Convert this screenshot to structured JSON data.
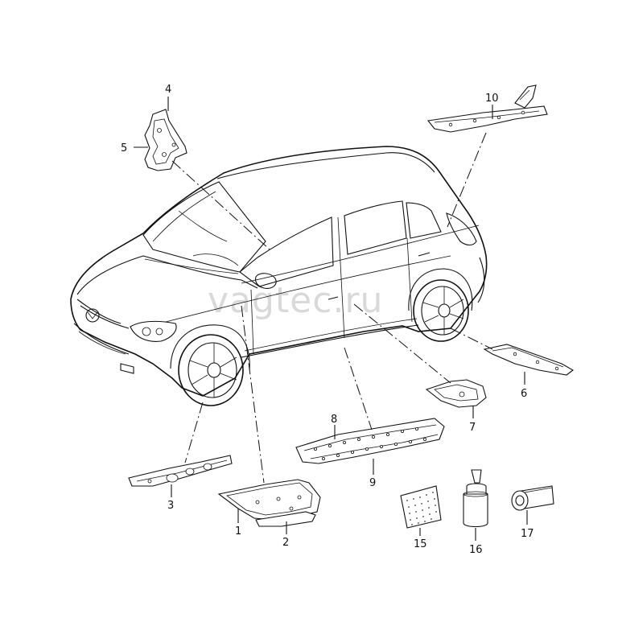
{
  "watermark": "vagtec.ru",
  "callouts": [
    {
      "id": "c1",
      "text": "1"
    },
    {
      "id": "c2",
      "text": "2"
    },
    {
      "id": "c3",
      "text": "3"
    },
    {
      "id": "c4",
      "text": "4"
    },
    {
      "id": "c5",
      "text": "5"
    },
    {
      "id": "c6",
      "text": "6"
    },
    {
      "id": "c7",
      "text": "7"
    },
    {
      "id": "c8",
      "text": "8"
    },
    {
      "id": "c9",
      "text": "9"
    },
    {
      "id": "c10",
      "text": "10"
    },
    {
      "id": "c15",
      "text": "15"
    },
    {
      "id": "c16",
      "text": "16"
    },
    {
      "id": "c17",
      "text": "17"
    }
  ]
}
